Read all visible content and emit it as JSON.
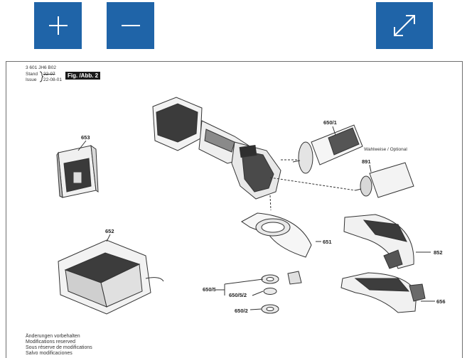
{
  "toolbar": {
    "zoom_in_icon": "plus-icon",
    "zoom_out_icon": "minus-icon",
    "fullscreen_icon": "expand-arrows-icon",
    "accent_color": "#1f64a8"
  },
  "drawing": {
    "doc_number": "3 601 JH6 B02",
    "stand_label": "Stand",
    "stand_date": "22-07",
    "issue_label": "Issue",
    "issue_date": "22-08-01",
    "figure_label": "Fig. /Abb. 2",
    "optional_note": "Wahlweise / Optional",
    "parts": {
      "p653": "653",
      "p652": "652",
      "p650_1": "650/1",
      "p891": "891",
      "p651": "651",
      "p852": "852",
      "p650_5": "650/5",
      "p650_5_2": "650/5/2",
      "p650_2": "650/2",
      "p656": "656"
    },
    "footer": [
      "Änderungen vorbehalten",
      "Modifications reserved",
      "Sous réserve de modifications",
      "Salvo modificaciones"
    ]
  }
}
